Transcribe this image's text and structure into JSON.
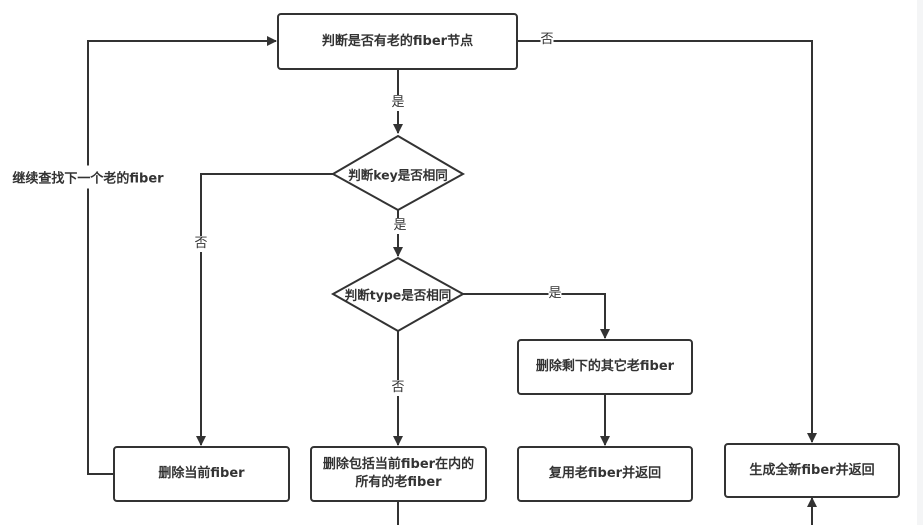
{
  "diagram": {
    "type": "flowchart",
    "nodes": {
      "check_old_fiber": "判断是否有老的fiber节点",
      "check_key": "判断key是否相同",
      "check_type": "判断type是否相同",
      "delete_current": "删除当前fiber",
      "delete_all_old": "删除包括当前fiber在内的所有的老fiber",
      "delete_remaining": "删除剩下的其它老fiber",
      "reuse_old": "复用老fiber并返回",
      "create_new": "生成全新fiber并返回"
    },
    "edge_labels": {
      "old_no": "否",
      "old_yes": "是",
      "key_no": "否",
      "key_yes": "是",
      "type_yes": "是",
      "type_no": "否",
      "loop_back": "继续查找下一个老的fiber"
    },
    "edges": [
      {
        "from": "check_old_fiber",
        "to": "create_new",
        "label": "否"
      },
      {
        "from": "check_old_fiber",
        "to": "check_key",
        "label": "是"
      },
      {
        "from": "check_key",
        "to": "delete_current",
        "label": "否"
      },
      {
        "from": "check_key",
        "to": "check_type",
        "label": "是"
      },
      {
        "from": "check_type",
        "to": "delete_remaining",
        "label": "是"
      },
      {
        "from": "check_type",
        "to": "delete_all_old",
        "label": "否"
      },
      {
        "from": "delete_remaining",
        "to": "reuse_old",
        "label": ""
      },
      {
        "from": "delete_current",
        "to": "check_old_fiber",
        "label": "继续查找下一个老的fiber"
      }
    ],
    "colors": {
      "stroke": "#333333",
      "background": "#ffffff"
    }
  }
}
